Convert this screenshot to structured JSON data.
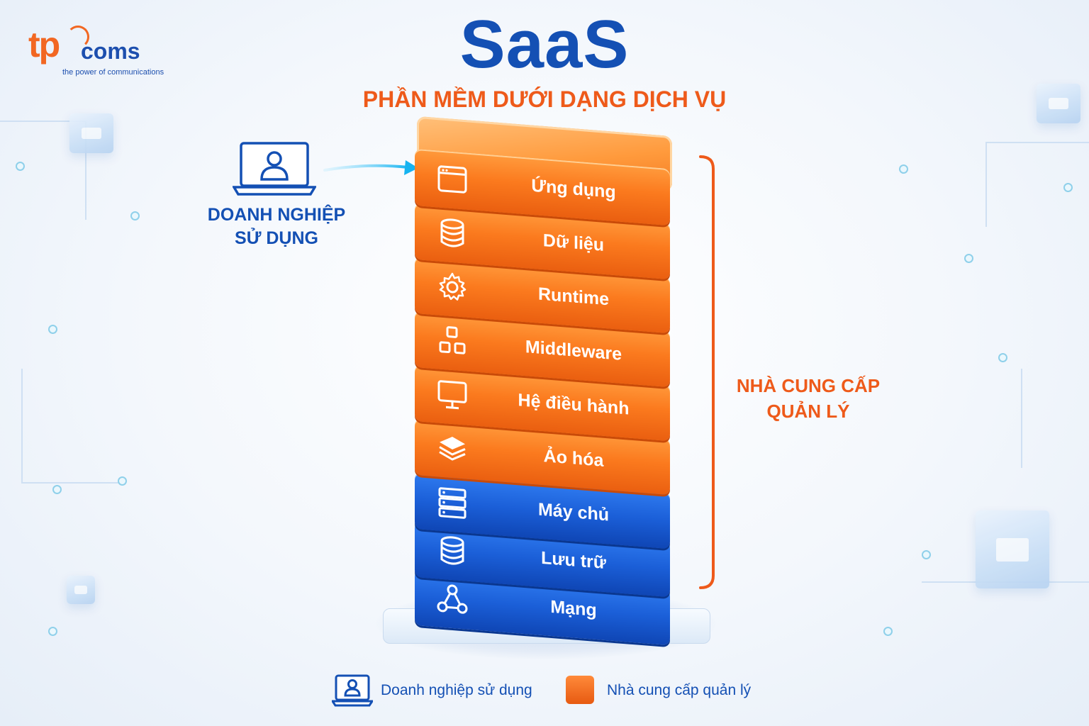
{
  "logo": {
    "brand_prefix": "tp",
    "brand_suffix": "coms",
    "tagline": "the power of communications"
  },
  "title": "SaaS",
  "subtitle": "PHẦN MỀM DƯỚI DẠNG DỊCH VỤ",
  "user": {
    "label_line1": "DOANH NGHIỆP",
    "label_line2": "SỬ DỤNG",
    "icon": "laptop-user-icon"
  },
  "stack": {
    "layers": [
      {
        "label": "Ứng dụng",
        "icon": "app-window-icon",
        "managed_by": "provider"
      },
      {
        "label": "Dữ liệu",
        "icon": "database-icon",
        "managed_by": "provider"
      },
      {
        "label": "Runtime",
        "icon": "gear-icon",
        "managed_by": "provider"
      },
      {
        "label": "Middleware",
        "icon": "blocks-icon",
        "managed_by": "provider"
      },
      {
        "label": "Hệ điều hành",
        "icon": "monitor-icon",
        "managed_by": "provider"
      },
      {
        "label": "Ảo hóa",
        "icon": "layers-icon",
        "managed_by": "provider"
      },
      {
        "label": "Máy chủ",
        "icon": "server-icon",
        "managed_by": "provider"
      },
      {
        "label": "Lưu trữ",
        "icon": "database-icon",
        "managed_by": "provider"
      },
      {
        "label": "Mạng",
        "icon": "network-icon",
        "managed_by": "provider"
      }
    ]
  },
  "provider": {
    "label_line1": "NHÀ CUNG CẤP",
    "label_line2": "QUẢN LÝ"
  },
  "legend": {
    "user_text": "Doanh nghiệp sử dụng",
    "provider_text": "Nhà cung cấp quản lý"
  },
  "colors": {
    "brand_blue": "#1450b4",
    "brand_orange": "#ee5a1a",
    "layer_orange": "#fb7a1e",
    "layer_blue": "#1b5fd8"
  }
}
